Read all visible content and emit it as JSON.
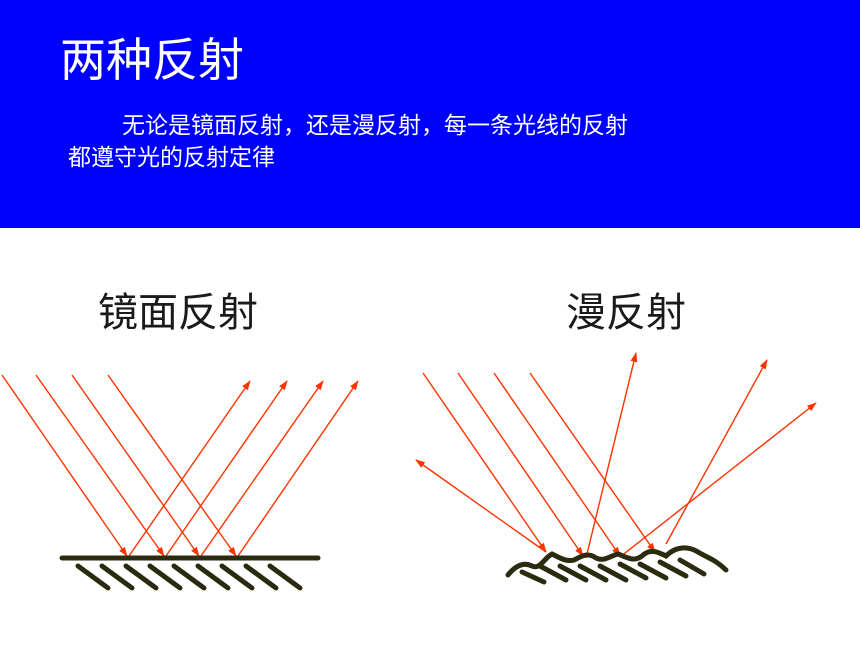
{
  "slide": {
    "title": "两种反射",
    "body_line1": "无论是镜面反射，还是漫反射，每一条光线的反射",
    "body_line2": "都遵守光的反射定律",
    "colors": {
      "header_bg": "#0000ff",
      "header_text": "#ffffff",
      "ray": "#ff3300",
      "surface": "#2b2b10",
      "label_text": "#1a1a1a"
    }
  },
  "diagrams": {
    "specular_label": "镜面反射",
    "diffuse_label": "漫反射"
  }
}
